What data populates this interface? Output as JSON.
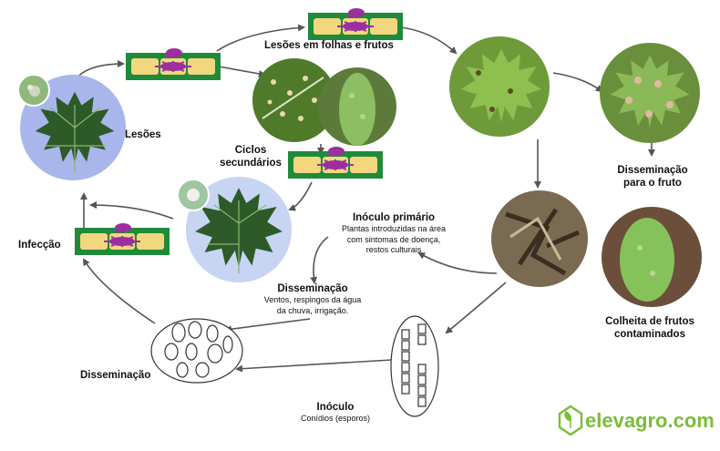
{
  "labels": {
    "lesoes_folhas_frutos": "Lesões em folhas e frutos",
    "lesoes": "Lesões",
    "ciclos_line1": "Ciclos",
    "ciclos_line2": "secundários",
    "infeccao": "Infecção",
    "inoculo_primario_title": "Inóculo primário",
    "inoculo_primario_line1": "Plantas introduzidas na área",
    "inoculo_primario_line2": "com sintomas de doença,",
    "inoculo_primario_line3": "restos culturais",
    "disseminacao_center_title": "Disseminação",
    "disseminacao_center_line1": "Ventos, respingos da água",
    "disseminacao_center_line2": "da chuva, irrigação.",
    "disseminacao_left": "Disseminação",
    "disseminacao_fruto_line1": "Disseminação",
    "disseminacao_fruto_line2": "para o fruto",
    "colheita_line1": "Colheita de frutos",
    "colheita_line2": "contaminados",
    "inoculo_title": "Inóculo",
    "inoculo_sub": "Conídios (esporos)"
  },
  "logo": {
    "text": "elevagro.com"
  },
  "colors": {
    "leaf_dark": "#2e5a2a",
    "leaf_green": "#6ba23e",
    "tissue_green": "#1f8a3a",
    "tissue_yellow": "#f2d77e",
    "fungus_purple": "#9b2fa0",
    "bg_blue": "#a9b6ec",
    "logo_green": "#7bbd3a",
    "arrow_gray": "#555555"
  }
}
